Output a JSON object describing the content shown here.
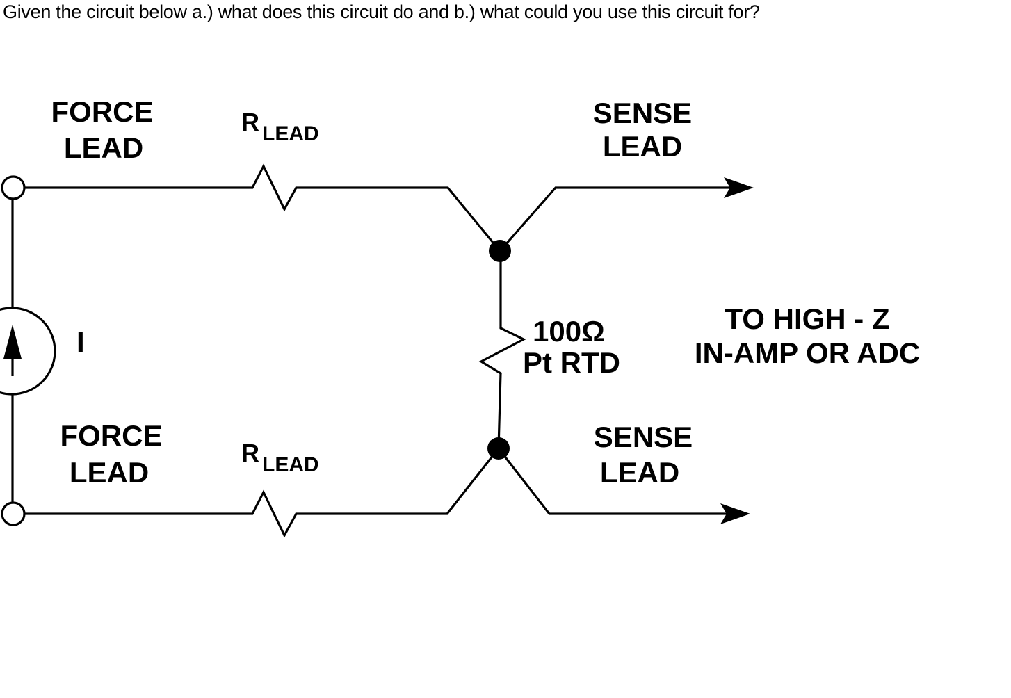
{
  "question": "Given the circuit below a.) what does this circuit do and b.) what could you use this circuit for?",
  "diagram": {
    "source": {
      "label": "I"
    },
    "leads": {
      "force_top": {
        "line1": "FORCE",
        "line2": "LEAD"
      },
      "force_bottom": {
        "line1": "FORCE",
        "line2": "LEAD"
      },
      "sense_top": {
        "line1": "SENSE",
        "line2": "LEAD"
      },
      "sense_bottom": {
        "line1": "SENSE",
        "line2": "LEAD"
      }
    },
    "lead_resistor_top": {
      "base": "R",
      "sub": "LEAD"
    },
    "lead_resistor_bottom": {
      "base": "R",
      "sub": "LEAD"
    },
    "rtd": {
      "value": "100Ω",
      "name": "Pt RTD"
    },
    "output": {
      "line1": "TO HIGH - Z",
      "line2": "IN-AMP OR ADC"
    },
    "colors": {
      "stroke": "#000000",
      "background": "#ffffff",
      "text": "#000000"
    }
  }
}
